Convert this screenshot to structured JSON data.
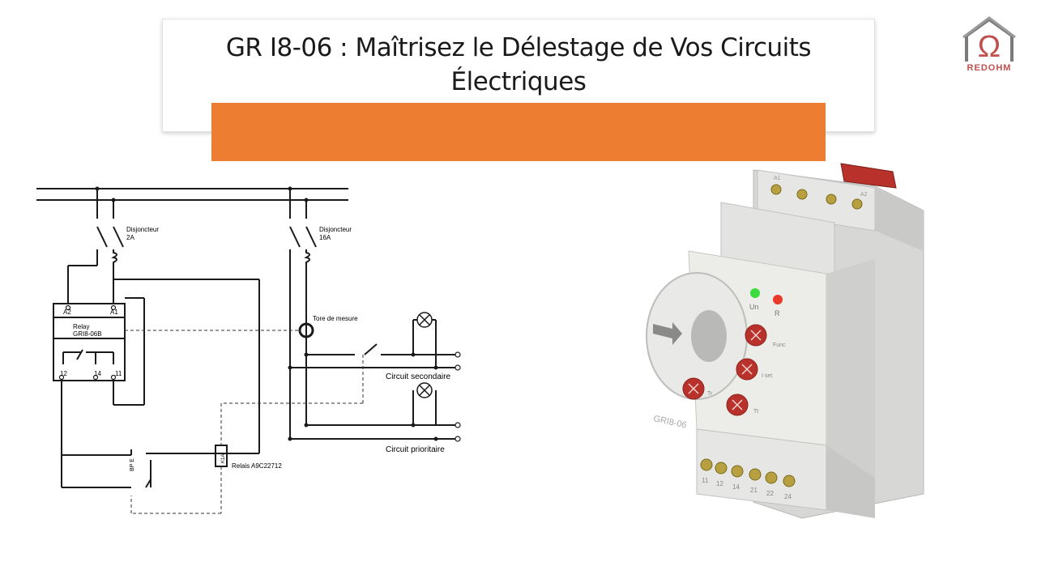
{
  "slide": {
    "title_line1": "GR I8-06 : Maîtrisez le Délestage de Vos Circuits",
    "title_line2": "Électriques"
  },
  "colors": {
    "accent": "#ED7D31",
    "logo": "#C0504D",
    "led_green": "#3DDC3D",
    "led_red": "#E83A2A",
    "knob": "#B8322B"
  },
  "logo": {
    "text": "REDOHM"
  },
  "schematic": {
    "breaker1": {
      "label": "Disjoncteur",
      "rating": "2A"
    },
    "breaker2": {
      "label": "Disjoncteur",
      "rating": "16A"
    },
    "relay": {
      "label": "Relay",
      "model": "GRI8-06B",
      "term_a2": "A2",
      "term_a1": "A1",
      "term_12": "12",
      "term_14": "14",
      "term_11": "11"
    },
    "torus": "Tore de mesure",
    "circuit_secondary": "Circuit secondaire",
    "circuit_priority": "Circuit prioritaire",
    "relais": {
      "label": "Relais  A9C22712",
      "coil": "K1A"
    },
    "pushbutton": "BP E"
  },
  "device": {
    "model": "GRI8-06",
    "top_terminals": [
      "A1",
      "A2"
    ],
    "bottom_terminals": [
      "11",
      "12",
      "14",
      "21",
      "22",
      "24"
    ],
    "led_on": "Un",
    "led_r": "R",
    "knob_func": "Func",
    "knob_iset": "I set",
    "knob_tr": "Tr",
    "knob_tt": "Tt"
  }
}
